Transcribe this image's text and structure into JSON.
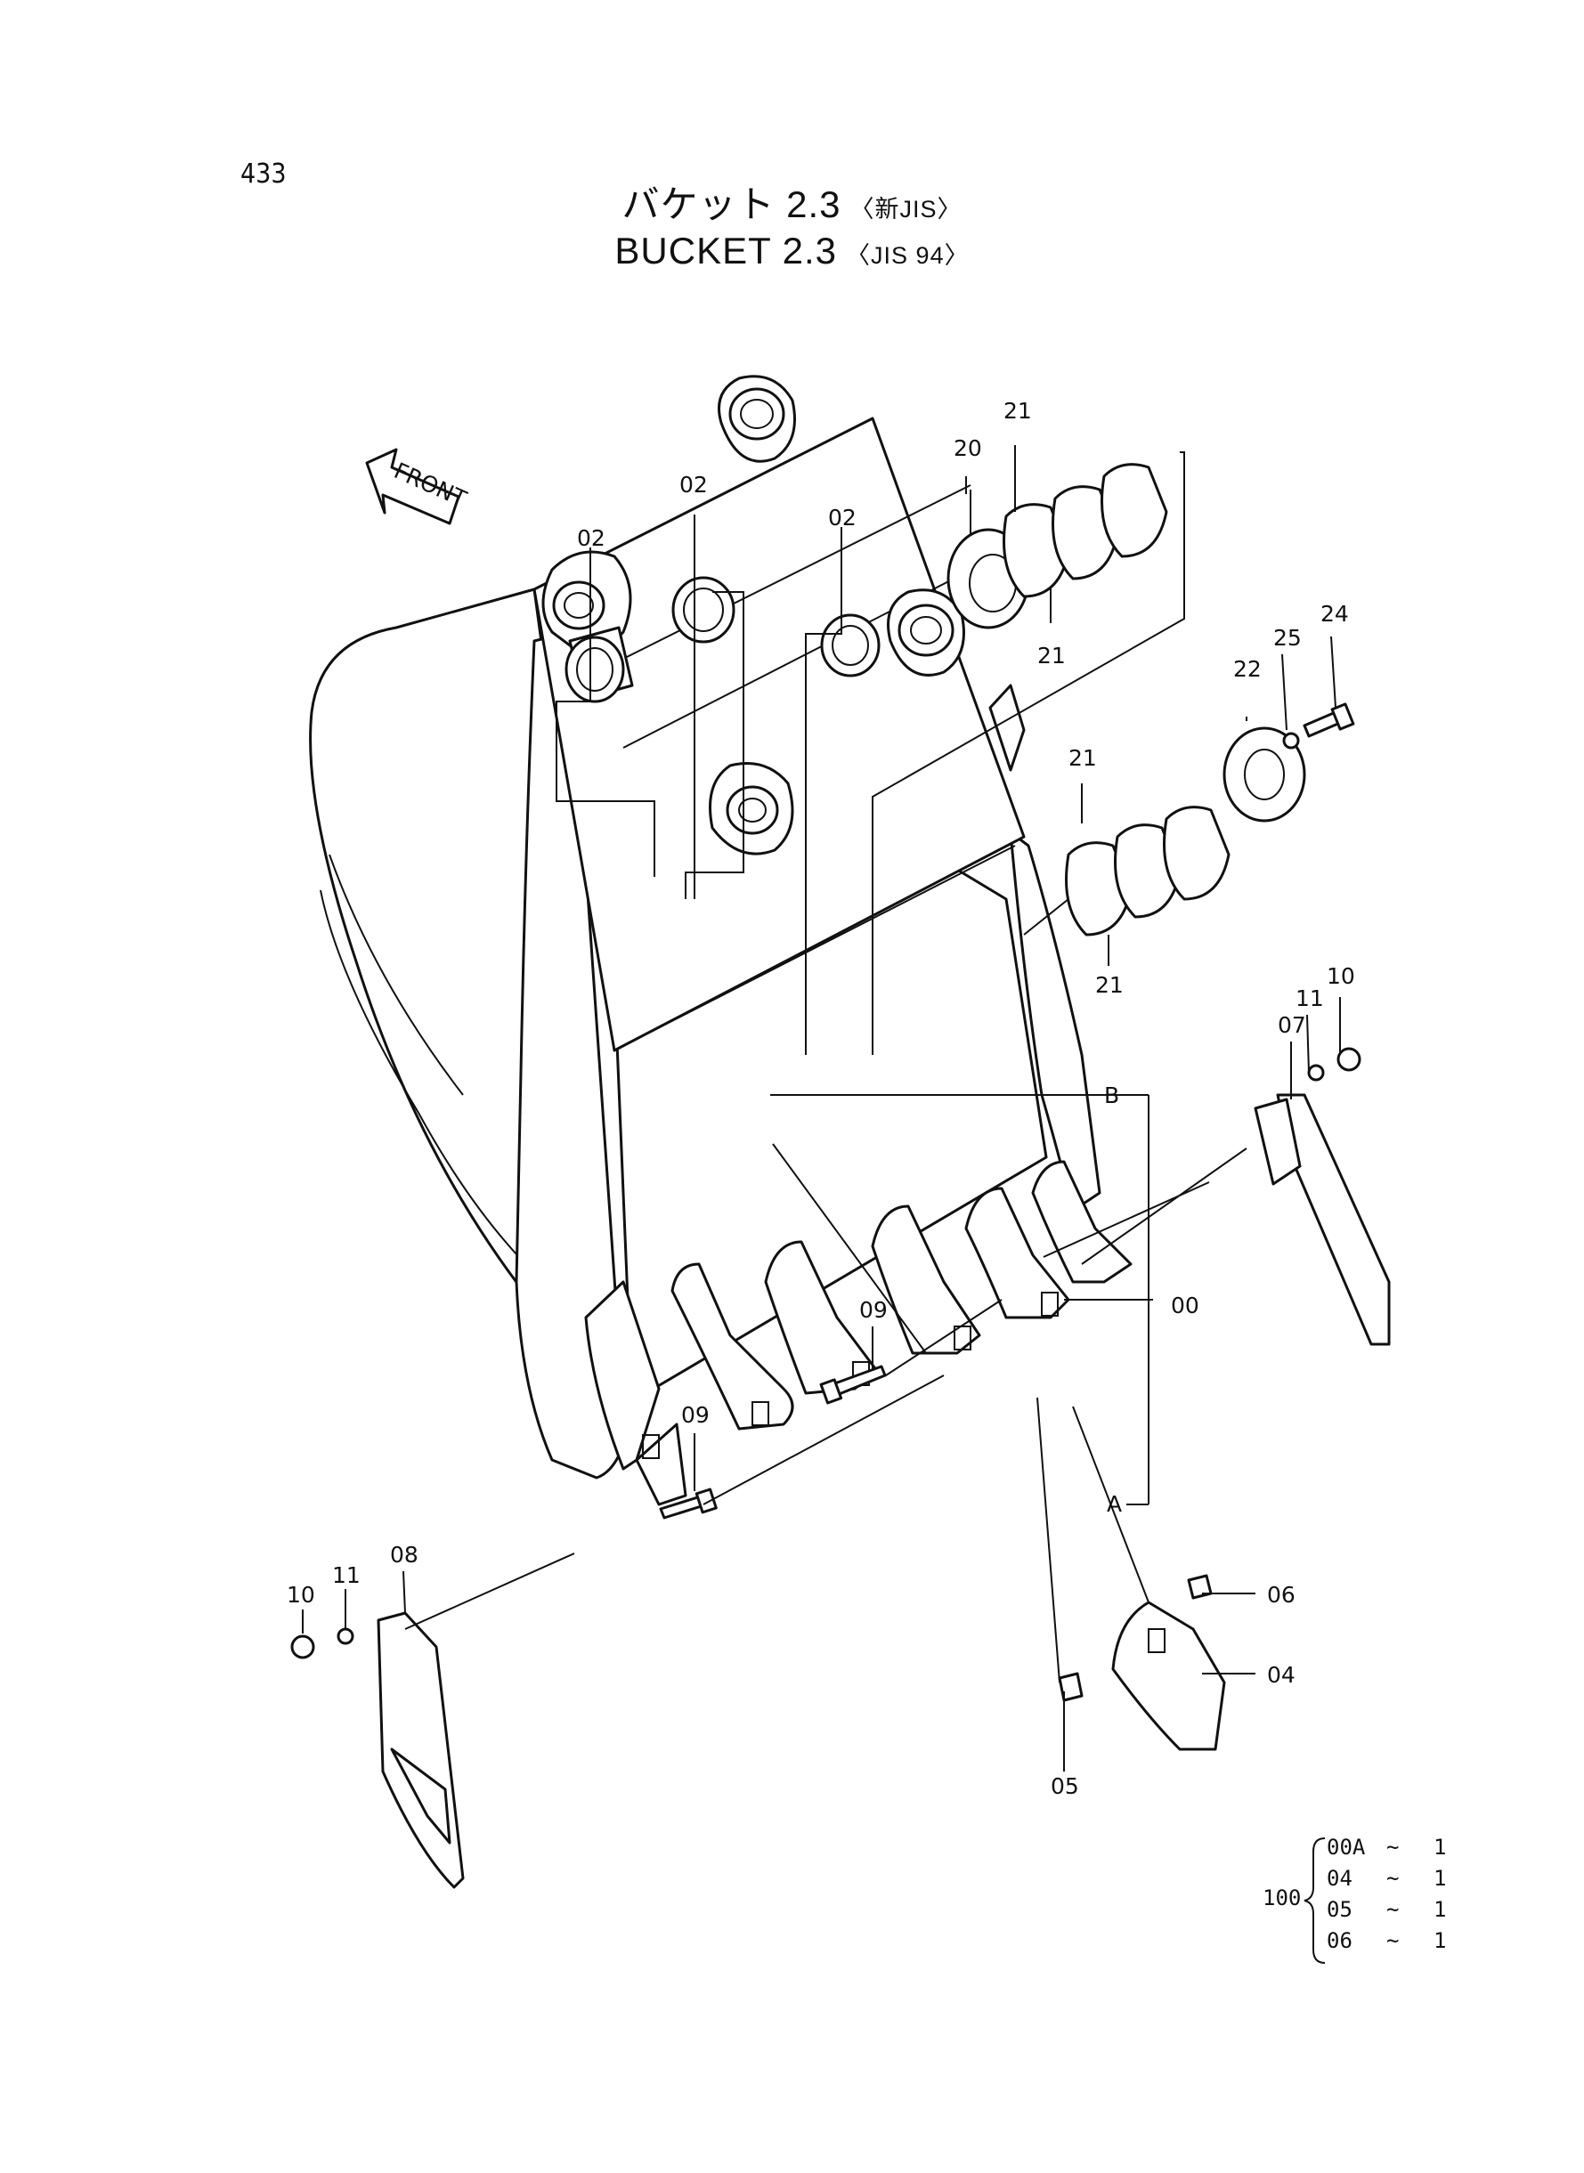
{
  "page_number": "433",
  "title": {
    "jp_main": "バケット 2.3",
    "jp_sub": "〈新JIS〉",
    "en_main": "BUCKET 2.3",
    "en_sub": "〈JIS 94〉"
  },
  "front_arrow_label": "FRONT",
  "callouts": {
    "c02a": "02",
    "c02b": "02",
    "c02c": "02",
    "c20": "20",
    "c21a": "21",
    "c21b": "21",
    "c21c": "21",
    "c21d": "21",
    "c22": "22",
    "c24": "24",
    "c25": "25",
    "c10a": "10",
    "c11a": "11",
    "c07": "07",
    "cB": "B",
    "c00": "00",
    "cA": "A",
    "c09a": "09",
    "c09b": "09",
    "c06": "06",
    "c04": "04",
    "c05": "05",
    "c08": "08",
    "c10b": "10",
    "c11b": "11"
  },
  "bom": {
    "assembly": "100",
    "rows": [
      {
        "part": "00A",
        "sep": "~",
        "qty": "1"
      },
      {
        "part": "04",
        "sep": "~",
        "qty": "1"
      },
      {
        "part": "05",
        "sep": "~",
        "qty": "1"
      },
      {
        "part": "06",
        "sep": "~",
        "qty": "1"
      }
    ]
  }
}
